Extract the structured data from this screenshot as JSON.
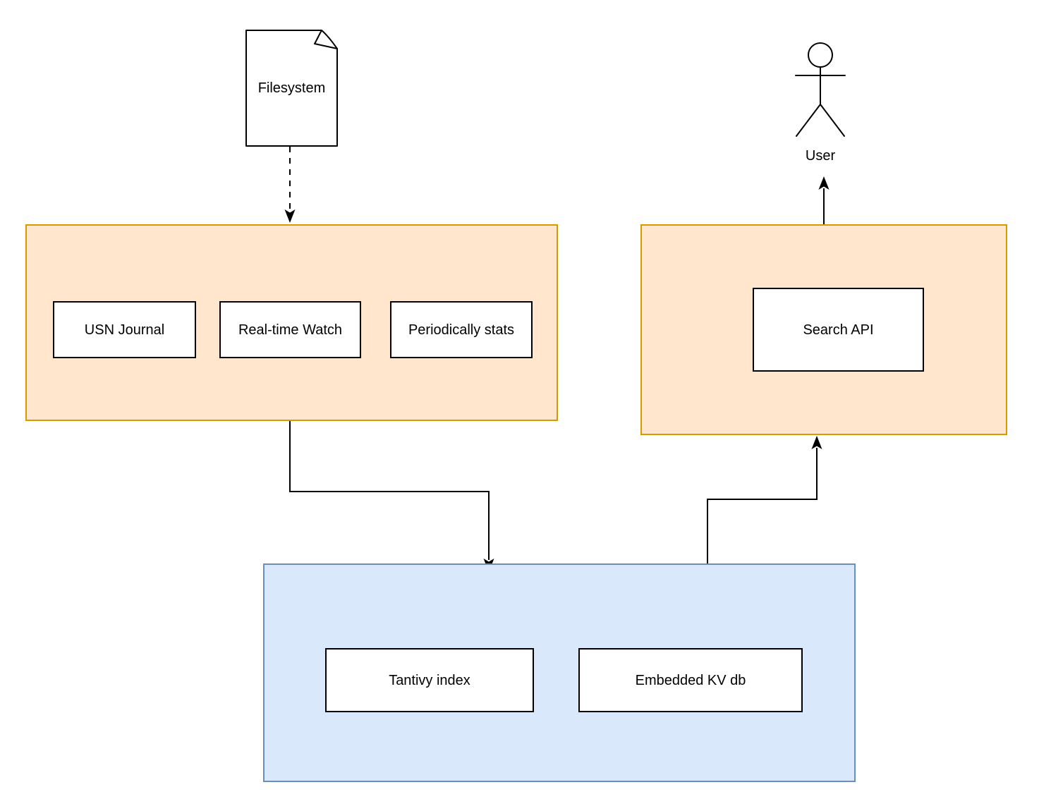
{
  "labels": {
    "filesystem": "Filesystem",
    "user": "User",
    "usn_journal": "USN Journal",
    "realtime_watch": "Real-time Watch",
    "periodically_stats": "Periodically stats",
    "search_api": "Search API",
    "tantivy_index": "Tantivy index",
    "embedded_kv_db": "Embedded KV db"
  },
  "colors": {
    "group_orange_fill": "#FFE6CC",
    "group_orange_border": "#D79B00",
    "group_blue_fill": "#DAE8FC",
    "group_blue_border": "#6C8EBF",
    "node_fill": "#FFFFFF",
    "node_border": "#000000",
    "connector": "#000000",
    "canvas_bg": "#FFFFFF",
    "text_color": "#000000"
  }
}
